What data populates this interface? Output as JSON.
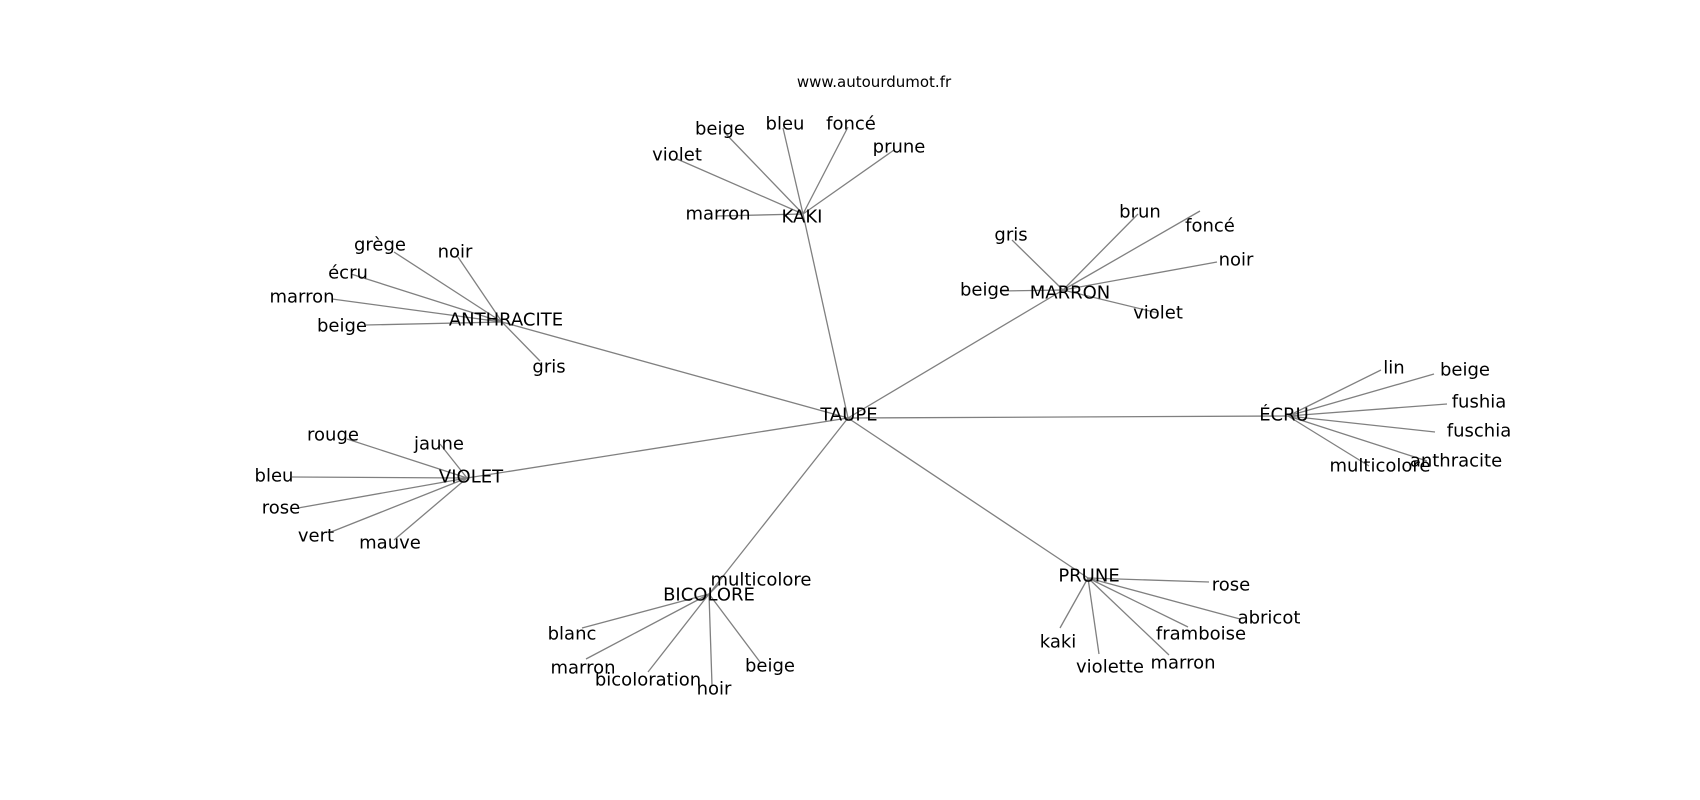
{
  "watermark": "www.autourdumot.fr",
  "colors": {
    "edge": "#808080",
    "text": "#000000",
    "background": "#ffffff"
  },
  "graph": {
    "root": "TAUPE",
    "clusters": [
      {
        "hub": "KAKI",
        "leaves": [
          "marron",
          "violet",
          "beige",
          "bleu",
          "foncé",
          "prune"
        ]
      },
      {
        "hub": "ANTHRACITE",
        "leaves": [
          "grège",
          "noir",
          "écru",
          "marron",
          "beige",
          "gris"
        ]
      },
      {
        "hub": "MARRON",
        "leaves": [
          "gris",
          "brun",
          "foncé",
          "noir",
          "beige",
          "violet"
        ]
      },
      {
        "hub": "ÉCRU",
        "leaves": [
          "lin",
          "beige",
          "fushia",
          "fuschia",
          "anthracite",
          "multicolore"
        ]
      },
      {
        "hub": "VIOLET",
        "leaves": [
          "rouge",
          "jaune",
          "bleu",
          "rose",
          "vert",
          "mauve"
        ]
      },
      {
        "hub": "BICOLORE",
        "leaves": [
          "multicolore",
          "blanc",
          "marron",
          "bicoloration",
          "noir",
          "beige"
        ]
      },
      {
        "hub": "PRUNE",
        "leaves": [
          "rose",
          "abricot",
          "framboise",
          "marron",
          "violette",
          "kaki"
        ]
      }
    ]
  }
}
